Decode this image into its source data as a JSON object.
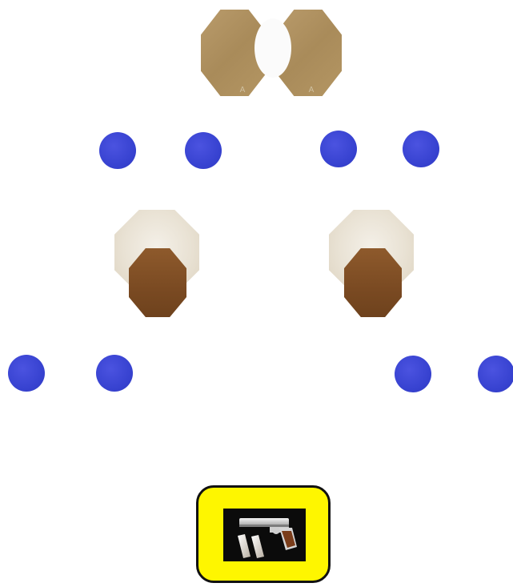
{
  "colors": {
    "cone": "#3843d1",
    "paper_target": "#ac8e5e",
    "steel_target_outer": "#ebe4d6",
    "steel_target_inner": "#7a4a22",
    "start_box_fill": "#fef600",
    "start_box_border": "#111111"
  },
  "paper_targets": [
    {
      "id": "left",
      "icon": "paper-target-icon"
    },
    {
      "id": "right",
      "icon": "paper-target-icon"
    }
  ],
  "no_shoot": {
    "icon": "no-shoot-white-target-icon"
  },
  "steel_targets": [
    {
      "id": "left",
      "icon": "steel-plate-icon"
    },
    {
      "id": "right",
      "icon": "steel-plate-icon"
    }
  ],
  "cones": {
    "upper_row_count": 4,
    "lower_row_count": 4,
    "icon": "blue-cone-marker-icon"
  },
  "start_position": {
    "icon": "pistol-on-table-icon"
  }
}
